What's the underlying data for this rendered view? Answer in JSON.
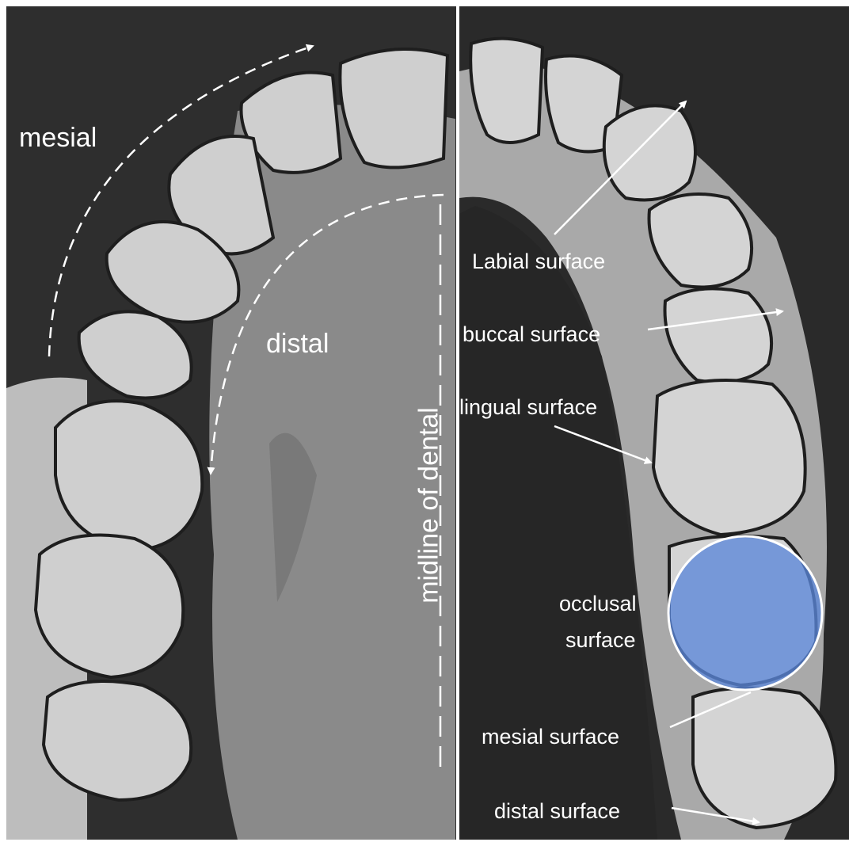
{
  "labels": {
    "mesial": "mesial",
    "distal": "distal",
    "midline": "midline of dental",
    "labial_surface": "Labial surface",
    "buccal_surface": "buccal surface",
    "lingual_surface": "lingual surface",
    "occlusal_line1": "occlusal",
    "occlusal_line2": "surface",
    "mesial_surface": "mesial surface",
    "distal_surface": "distal surface"
  },
  "colors": {
    "background_left": "#2e2e2e",
    "background_right": "#2a2a2a",
    "tooth": "#cfcfcf",
    "tooth_shadow": "#9a9a9a",
    "palate": "#8e8e8e",
    "annotation": "#ffffff",
    "occlusal_highlight": "#5b86d8"
  }
}
